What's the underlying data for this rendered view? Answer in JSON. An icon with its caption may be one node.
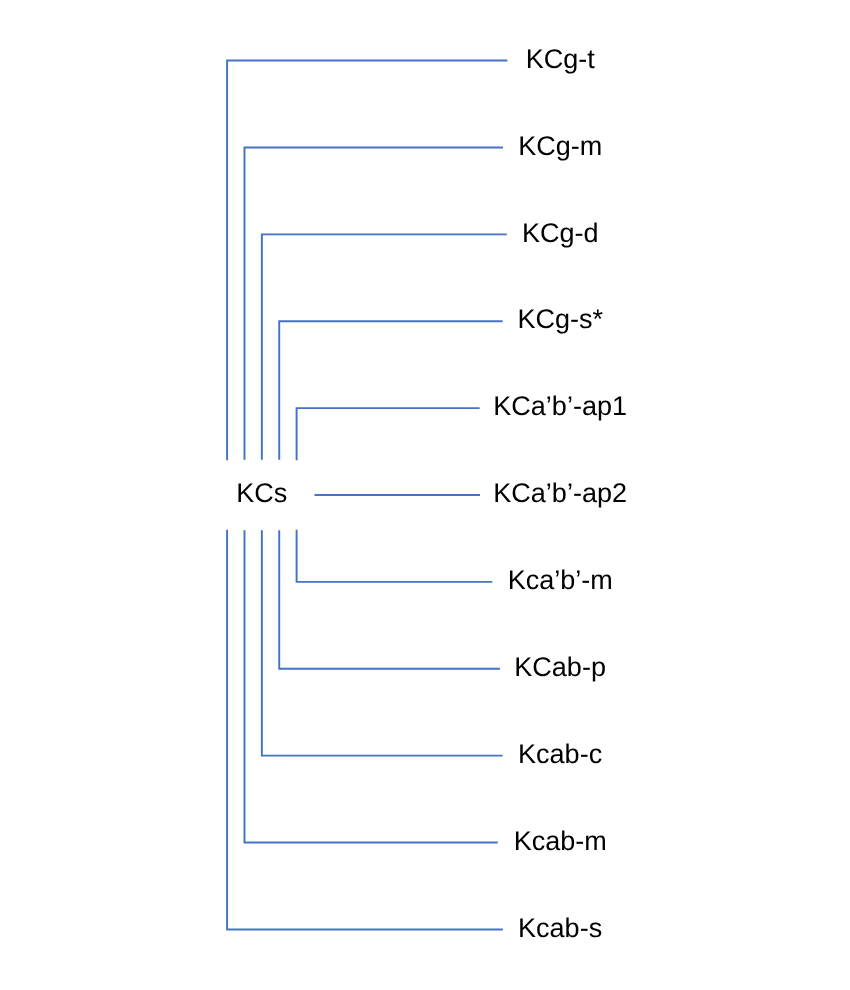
{
  "diagram": {
    "nodes": [
      {
        "text": [
          "KCs"
        ]
      },
      {
        "text": [
          "KCg-t"
        ]
      },
      {
        "text": [
          "KCg-m"
        ]
      },
      {
        "text": [
          "KCg-d"
        ]
      },
      {
        "text": [
          "KCg-s*"
        ]
      },
      {
        "text": [
          "KCa’b’-ap1"
        ]
      },
      {
        "text": [
          "KCa’b’-ap2"
        ]
      },
      {
        "text": [
          "Kca’b’-m"
        ]
      },
      {
        "text": [
          "KCab-p"
        ]
      },
      {
        "text": [
          "Kcab-c"
        ]
      },
      {
        "text": [
          "Kcab-m"
        ]
      },
      {
        "text": [
          "Kcab-s"
        ]
      }
    ],
    "edges": [
      {
        "from": 0,
        "to": 1,
        "arrow": "none"
      },
      {
        "from": 0,
        "to": 2,
        "arrow": "none"
      },
      {
        "from": 0,
        "to": 3,
        "arrow": "none"
      },
      {
        "from": 0,
        "to": 4,
        "arrow": "none"
      },
      {
        "from": 0,
        "to": 5,
        "arrow": "none"
      },
      {
        "from": 0,
        "to": 6,
        "arrow": "none"
      },
      {
        "from": 0,
        "to": 7,
        "arrow": "none"
      },
      {
        "from": 0,
        "to": 8,
        "arrow": "none"
      },
      {
        "from": 0,
        "to": 9,
        "arrow": "none"
      },
      {
        "from": 0,
        "to": 10,
        "arrow": "none"
      },
      {
        "from": 0,
        "to": 11,
        "arrow": "none"
      }
    ]
  }
}
